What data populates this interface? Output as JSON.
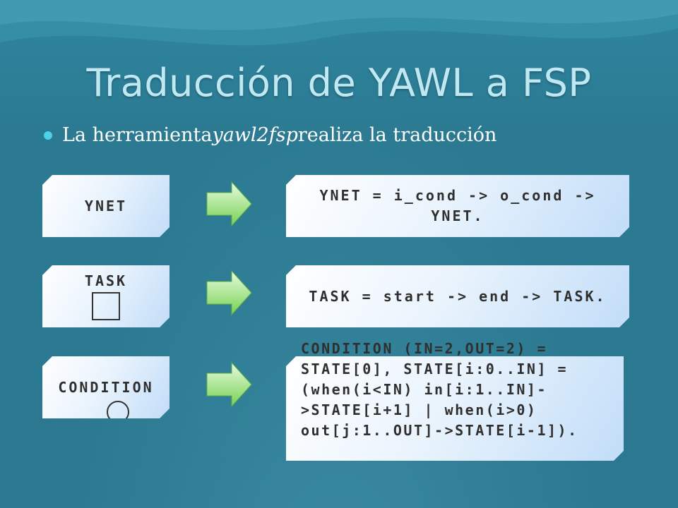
{
  "slide": {
    "title": "Traducción de YAWL a FSP",
    "bullet": {
      "prefix": "La herramienta ",
      "tool_name": "yawl2fsp",
      "suffix": " realiza la traducción"
    }
  },
  "rows": [
    {
      "left_label": "YNET",
      "right_label": "YNET = i_cond -> o_cond -> YNET."
    },
    {
      "left_label": "TASK",
      "left_icon": "square-icon",
      "right_label": "TASK = start -> end -> TASK."
    },
    {
      "left_label": "CONDITION",
      "left_icon": "circle-icon",
      "right_label": "CONDITION (IN=2,OUT=2) = STATE[0], STATE[i:0..IN] = (when(i<IN) in[i:1..IN]->STATE[i+1] | when(i>0) out[j:1..OUT]->STATE[i-1])."
    }
  ],
  "colors": {
    "background": "#2b7a92",
    "title": "#bfe8f2",
    "bullet_dot": "#4fd1e6",
    "arrow_green": "#7fd85b"
  }
}
